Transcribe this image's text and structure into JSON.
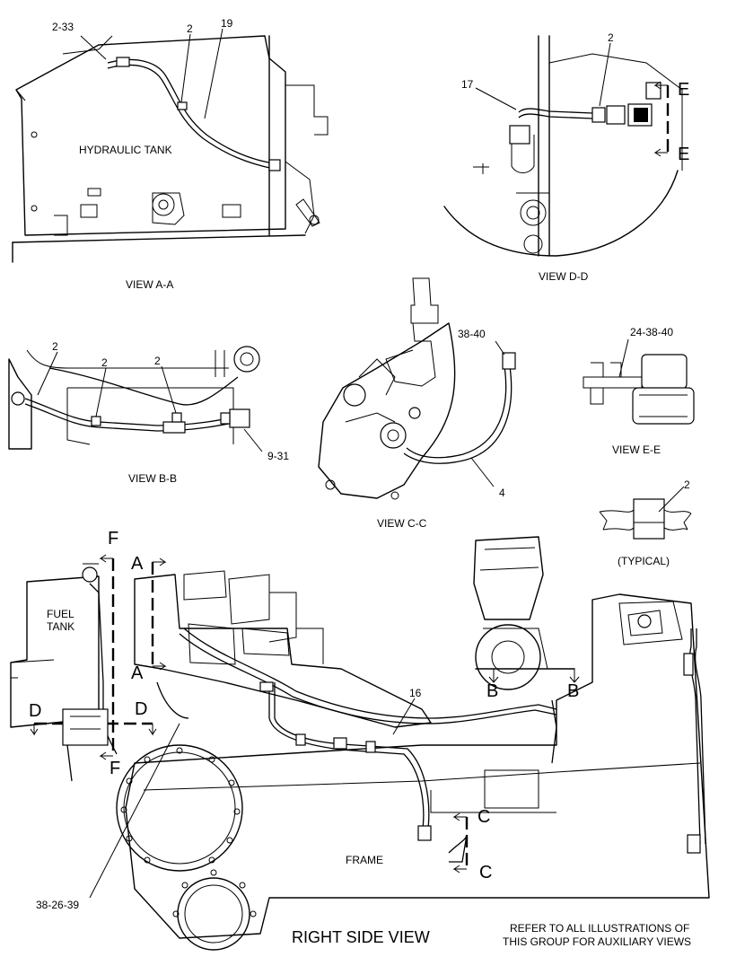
{
  "views": {
    "aa": {
      "title": "VIEW  A-A",
      "area": "HYDRAULIC TANK",
      "callouts": [
        "2-33",
        "2",
        "19"
      ]
    },
    "dd": {
      "title": "VIEW  D-D",
      "callouts": [
        "17",
        "2"
      ],
      "section_a": "E",
      "section_b": "E"
    },
    "bb": {
      "title": "VIEW  B-B",
      "callouts": [
        "2",
        "2",
        "2",
        "9-31"
      ]
    },
    "cc": {
      "title": "VIEW  C-C",
      "callouts": [
        "38-40",
        "4"
      ]
    },
    "ee": {
      "title": "VIEW  E-E",
      "callouts": [
        "24-38-40"
      ]
    },
    "typical": {
      "label": "(TYPICAL)",
      "callout": "2"
    }
  },
  "main": {
    "title": "RIGHT SIDE VIEW",
    "fuel_tank_line1": "FUEL",
    "fuel_tank_line2": "TANK",
    "frame": "FRAME",
    "callouts": [
      "16",
      "38-26-39"
    ],
    "section_markers": {
      "f_top": "F",
      "f_bottom": "F",
      "a_top": "A",
      "a_bottom": "A",
      "d_left": "D",
      "d_right": "D",
      "b_left": "B",
      "b_right": "B",
      "c_top": "C",
      "c_bottom": "C"
    }
  },
  "note": {
    "line1": "REFER TO ALL ILLUSTRATIONS OF",
    "line2": "THIS GROUP FOR AUXILIARY VIEWS"
  }
}
